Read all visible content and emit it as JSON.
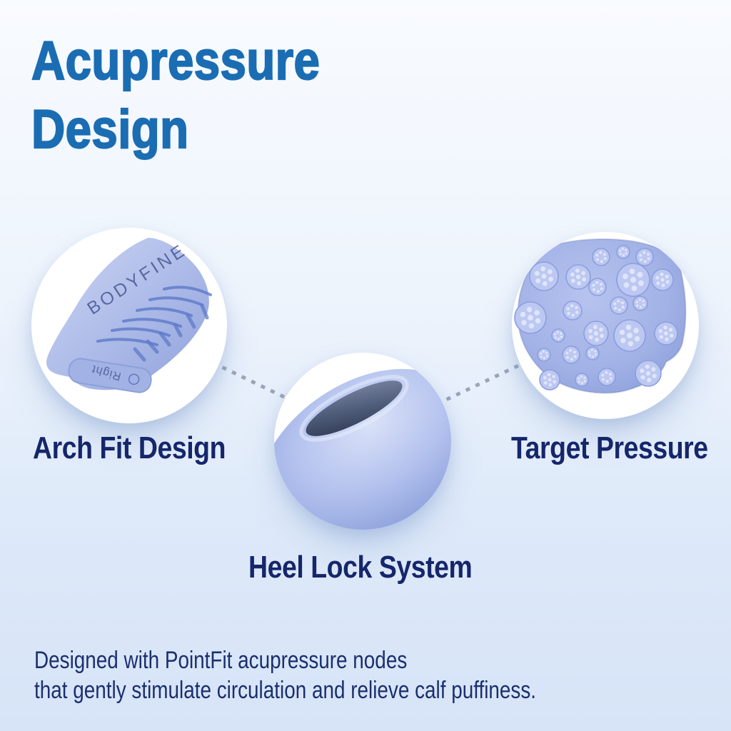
{
  "title": {
    "line1": "Acupressure",
    "line2": "Design"
  },
  "features": [
    {
      "id": "arch",
      "label": "Arch Fit Design",
      "markings": {
        "brand": "BODYFINE",
        "side_tag": "Right"
      }
    },
    {
      "id": "heel",
      "label": "Heel Lock System"
    },
    {
      "id": "pressure",
      "label": "Target Pressure"
    }
  ],
  "description": {
    "line1": "Designed with PointFit acupressure nodes",
    "line2": "that gently stimulate circulation and relieve calf puffiness."
  },
  "colors": {
    "title_blue": "#1b6db3",
    "label_navy": "#15266b",
    "body_text_navy": "#1b2f6e",
    "product_periwinkle": "#a9b8e8",
    "connector_gray": "#8d97ab",
    "background_top": "#f8fbff",
    "background_bottom": "#d7e4f7"
  }
}
